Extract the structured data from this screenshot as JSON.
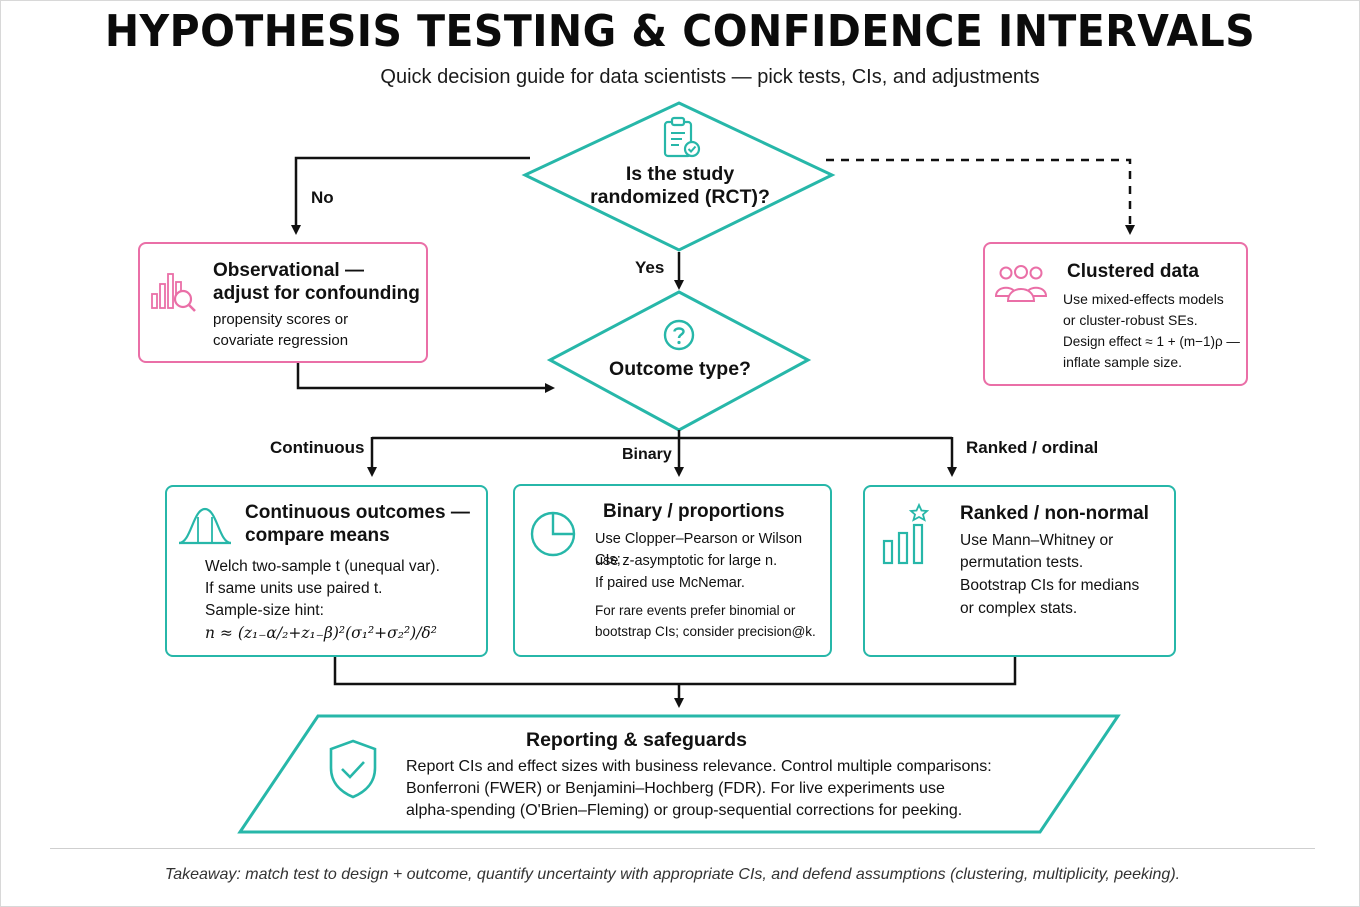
{
  "header": {
    "title": "HYPOTHESIS TESTING & CONFIDENCE INTERVALS",
    "subtitle": "Quick decision guide for data scientists — pick tests, CIs, and adjustments"
  },
  "decision1": {
    "text": "Is the study randomized (RCT)?",
    "icon": "clipboard-check-icon"
  },
  "decision2": {
    "text": "Outcome type?",
    "icon": "question-circle-icon"
  },
  "edge_labels": {
    "no": "No",
    "yes": "Yes",
    "continuous": "Continuous",
    "binary": "Binary",
    "ranked": "Ranked / ordinal"
  },
  "observational": {
    "title_line1": "Observational —",
    "title_line2": "adjust for confounding",
    "body_line1": "propensity scores or",
    "body_line2": "covariate regression",
    "icon": "chart-search-icon"
  },
  "clustered": {
    "title": "Clustered data",
    "line1": "Use mixed-effects models",
    "line2": "or cluster-robust SEs.",
    "line3": "Design effect ≈ 1 + (m−1)ρ —",
    "line4": "inflate sample size.",
    "icon": "people-group-icon"
  },
  "continuous": {
    "title_line1": "Continuous outcomes —",
    "title_line2": "compare means",
    "line1": "Welch two-sample t (unequal var).",
    "line2": "If same units use paired t.",
    "line3": "Sample-size hint:",
    "formula": "n ≈ (z₁₋α/₂+z₁₋β)²(σ₁²+σ₂²)/δ²",
    "icon": "bell-curve-icon"
  },
  "binary": {
    "title": "Binary / proportions",
    "line1": "Use Clopper–Pearson or Wilson CIs;",
    "line2": "use z-asymptotic for large n.",
    "line3": "If paired use McNemar.",
    "note1": "For rare events prefer binomial or",
    "note2": "bootstrap CIs; consider precision@k.",
    "icon": "pie-chart-icon"
  },
  "ranked": {
    "title": "Ranked / non-normal",
    "line1": "Use Mann–Whitney or",
    "line2": "permutation tests.",
    "line3": "Bootstrap CIs for medians",
    "line4": "or complex stats.",
    "icon": "bar-chart-star-icon"
  },
  "reporting": {
    "title": "Reporting & safeguards",
    "line1": "Report CIs and effect sizes with business relevance. Control multiple comparisons:",
    "line2": "Bonferroni (FWER) or Benjamini–Hochberg (FDR). For live experiments use",
    "line3": "alpha-spending (O'Brien–Fleming) or group-sequential corrections for peeking.",
    "icon": "shield-check-icon"
  },
  "takeaway": "Takeaway: match test to design + outcome, quantify uncertainty with appropriate CIs, and defend assumptions (clustering, multiplicity, peeking).",
  "colors": {
    "teal": "#27b7a9",
    "pink": "#ea6fa7",
    "ink": "#111111"
  }
}
